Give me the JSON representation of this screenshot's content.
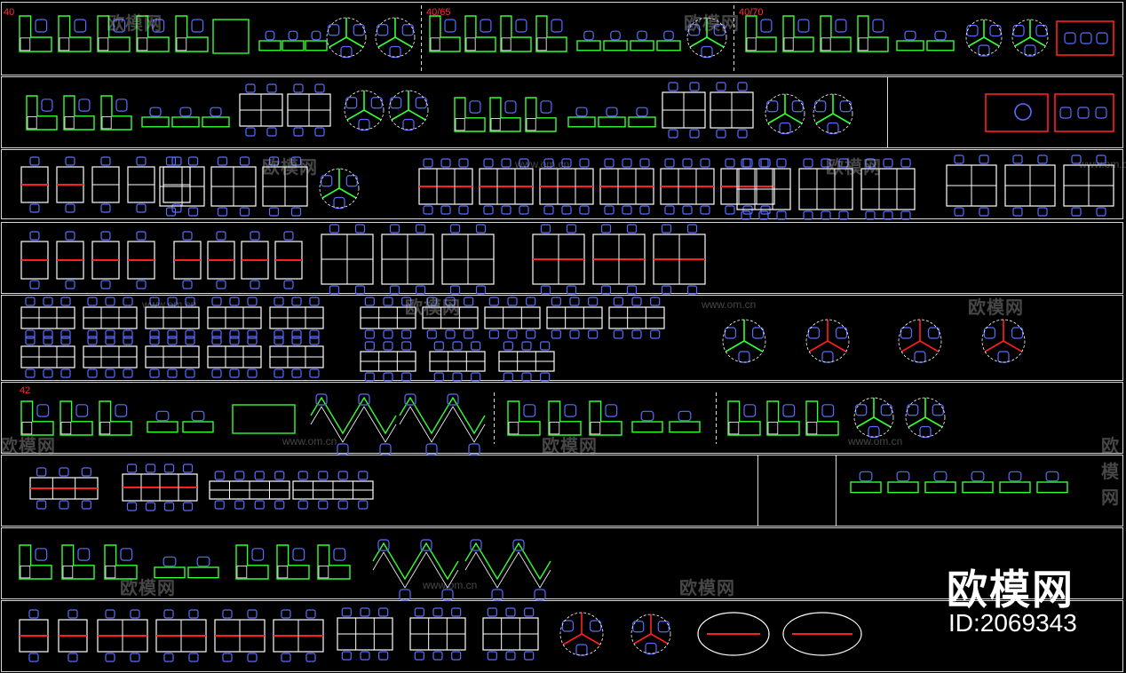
{
  "colors": {
    "background": "#000000",
    "frame": "#d8d8d8",
    "desk": "#33ff33",
    "chair": "#5a6cff",
    "panel": "#ffffff",
    "divider": "#ff2020",
    "label": "#ff3030",
    "watermark": "#bdbdbd"
  },
  "labels": {
    "r1_a": "40",
    "r1_b": "40/65",
    "r1_c": "40/70",
    "r6_a": "42"
  },
  "watermark": {
    "brand": "欧模网",
    "url": "www.om.cn"
  },
  "brand": {
    "name": "欧模网",
    "id": "ID:2069343"
  }
}
